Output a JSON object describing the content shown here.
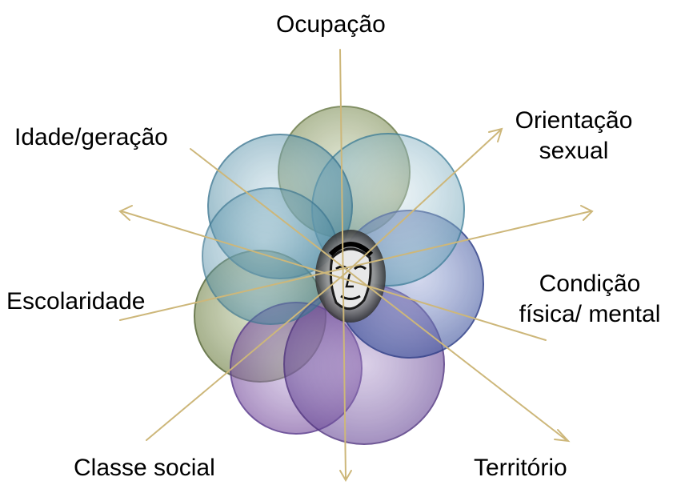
{
  "labels": {
    "ocupacao": "Ocupação",
    "orientacao_line1": "Orientação",
    "orientacao_line2": "sexual",
    "idade": "Idade/geração",
    "escolaridade": "Escolaridade",
    "condicao_line1": "Condição",
    "condicao_line2": "física/ mental",
    "classe": "Classe social",
    "territorio": "Território"
  },
  "colors": {
    "arrow": "#cdb77a",
    "circle_olive": "#7c8c57",
    "circle_teal": "#3f7f99",
    "circle_blue": "#3a4f98",
    "circle_purple": "#5a3a8c",
    "circle_violet": "#6b3f93",
    "outline": "#55667a"
  },
  "center_figure": "face-portrait"
}
